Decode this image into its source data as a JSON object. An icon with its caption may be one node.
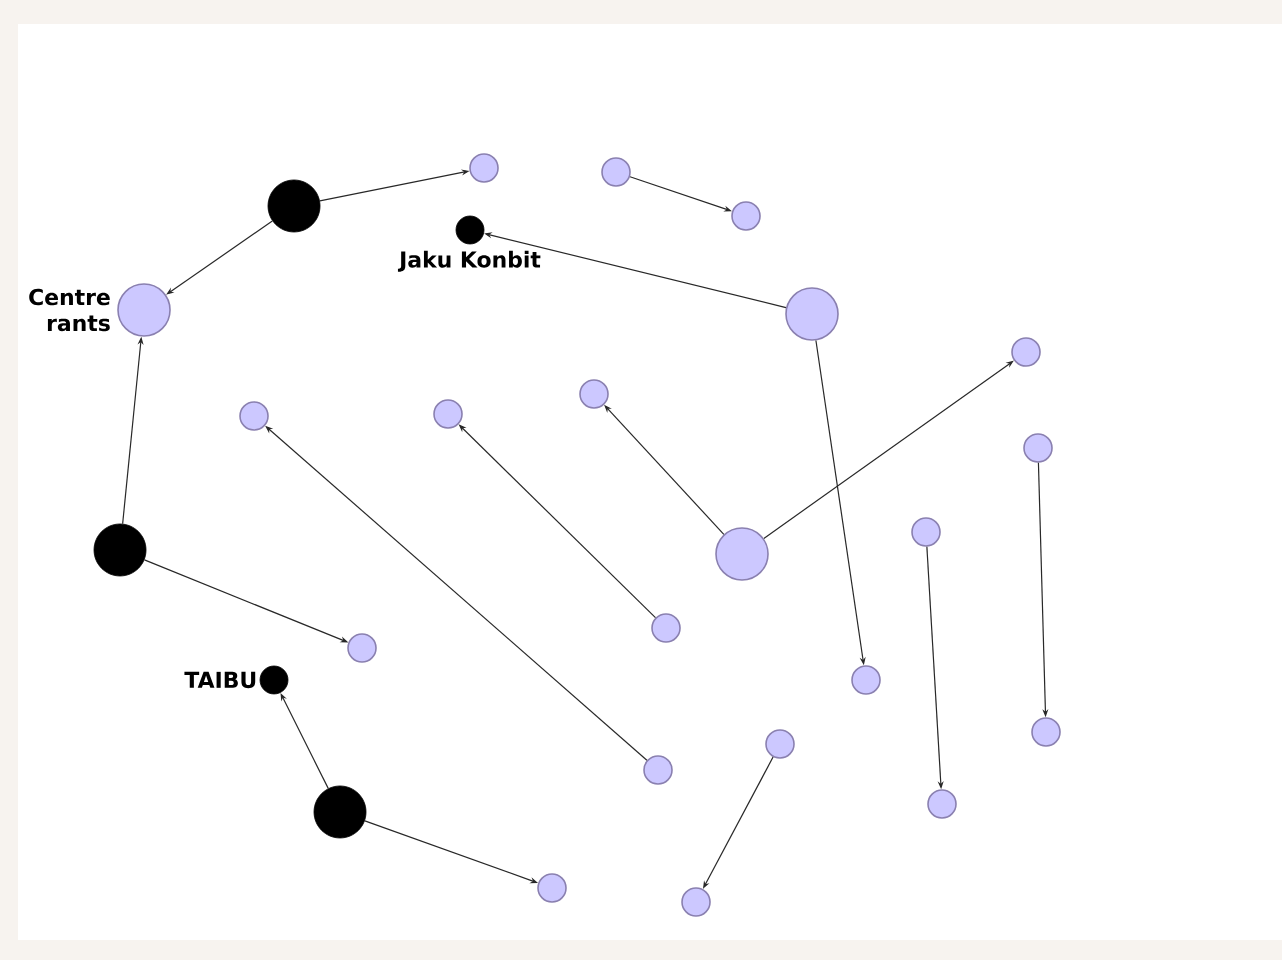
{
  "diagram": {
    "nodes": [
      {
        "text": [],
        "shape": "circle"
      },
      {
        "text": [],
        "shape": "circle"
      },
      {
        "text": [],
        "shape": "circle",
        "beside": [
          "Jaku Konbit"
        ]
      },
      {
        "text": [],
        "shape": "circle"
      },
      {
        "text": [],
        "shape": "circle"
      },
      {
        "text": [],
        "shape": "circle",
        "beside": [
          "Centre rants"
        ]
      },
      {
        "text": [],
        "shape": "circle"
      },
      {
        "text": [],
        "shape": "circle"
      },
      {
        "text": [],
        "shape": "circle"
      },
      {
        "text": [],
        "shape": "circle"
      },
      {
        "text": [],
        "shape": "circle"
      },
      {
        "text": [],
        "shape": "circle"
      },
      {
        "text": [],
        "shape": "circle"
      },
      {
        "text": [],
        "shape": "circle"
      },
      {
        "text": [],
        "shape": "circle"
      },
      {
        "text": [],
        "shape": "circle"
      },
      {
        "text": [],
        "shape": "circle"
      },
      {
        "text": [],
        "shape": "circle",
        "beside": [
          "TAIBU"
        ]
      },
      {
        "text": [],
        "shape": "circle"
      },
      {
        "text": [],
        "shape": "circle"
      },
      {
        "text": [],
        "shape": "circle"
      },
      {
        "text": [],
        "shape": "circle"
      },
      {
        "text": [],
        "shape": "circle"
      },
      {
        "text": [],
        "shape": "circle"
      },
      {
        "text": [],
        "shape": "circle"
      },
      {
        "text": [],
        "shape": "circle"
      }
    ],
    "edges": [
      {
        "from": 0,
        "to": 1,
        "arrow": "to"
      },
      {
        "from": 0,
        "to": 5,
        "arrow": "to"
      },
      {
        "from": 6,
        "to": 2,
        "arrow": "to"
      },
      {
        "from": 3,
        "to": 4,
        "arrow": "to"
      },
      {
        "from": 12,
        "to": 5,
        "arrow": "to"
      },
      {
        "from": 12,
        "to": 15,
        "arrow": "to"
      },
      {
        "from": 6,
        "to": 18,
        "arrow": "to"
      },
      {
        "from": 13,
        "to": 9,
        "arrow": "to"
      },
      {
        "from": 13,
        "to": 10,
        "arrow": "to"
      },
      {
        "from": 16,
        "to": 8,
        "arrow": "to"
      },
      {
        "from": 19,
        "to": 7,
        "arrow": "to"
      },
      {
        "from": 11,
        "to": 21,
        "arrow": "to"
      },
      {
        "from": 14,
        "to": 22,
        "arrow": "to"
      },
      {
        "from": 20,
        "to": 25,
        "arrow": "to"
      },
      {
        "from": 23,
        "to": 17,
        "arrow": "to"
      },
      {
        "from": 23,
        "to": 24,
        "arrow": "to"
      }
    ]
  }
}
